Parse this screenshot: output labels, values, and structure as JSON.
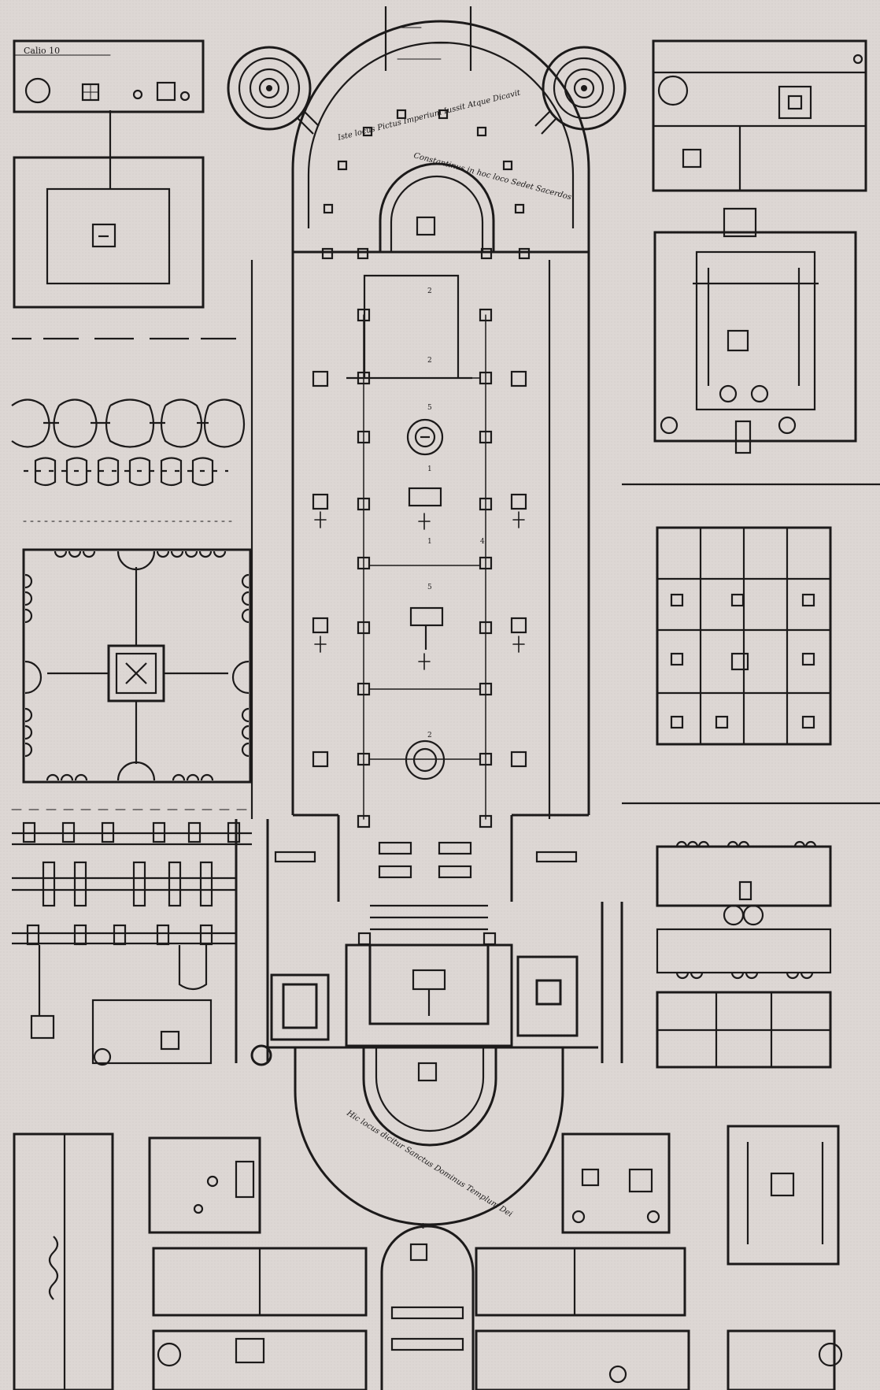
{
  "plan": {
    "top_left_inscription": "Calio 10",
    "apse_inscription_outer": "Iste locus Pictus Imperium Iussit Atque Dicavit",
    "apse_inscription_inner": "Constantinus in hoc loco Sedet Sacerdos",
    "lower_apse_inscription": "Hic locus dicitur Sanctus Dominus Templum Dei",
    "aisle_numbers": [
      "2",
      "2",
      "5",
      "1",
      "1",
      "4",
      "5",
      "2"
    ],
    "lower_number": "4"
  },
  "colors": {
    "paper": "#ddd7d4",
    "ink": "#1c1a1a"
  }
}
